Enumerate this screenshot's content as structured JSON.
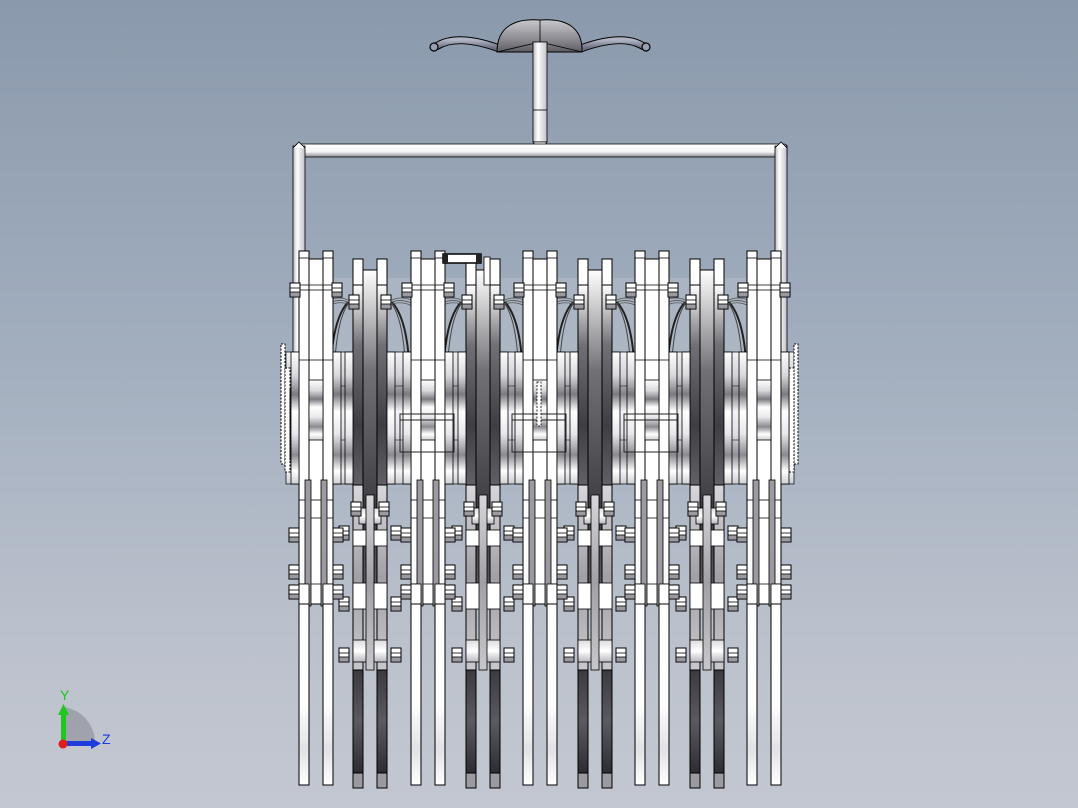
{
  "viewport": {
    "kind": "cad-graphics-area",
    "background_top": "#8a99ac",
    "background_bottom": "#c3c7d1"
  },
  "model": {
    "description": "Front view of multi-unit plate/disc assembly suspended from handle frame",
    "handle": {
      "label": "handlebar-with-seat"
    },
    "units_white": [
      316,
      428,
      540,
      652,
      764
    ],
    "units_dark": [
      370,
      483,
      595,
      707
    ],
    "colors": {
      "edge": "#000000",
      "white_part": "#ffffff",
      "dark_part": "#4a4a50",
      "mid_gray": "#9a9aa0",
      "rod": "#ececf0"
    }
  },
  "triad": {
    "y_label": "Y",
    "z_label": "Z",
    "y_color": "#1ec81e",
    "z_color": "#1e3cdc",
    "x_color": "#e01e1e"
  }
}
